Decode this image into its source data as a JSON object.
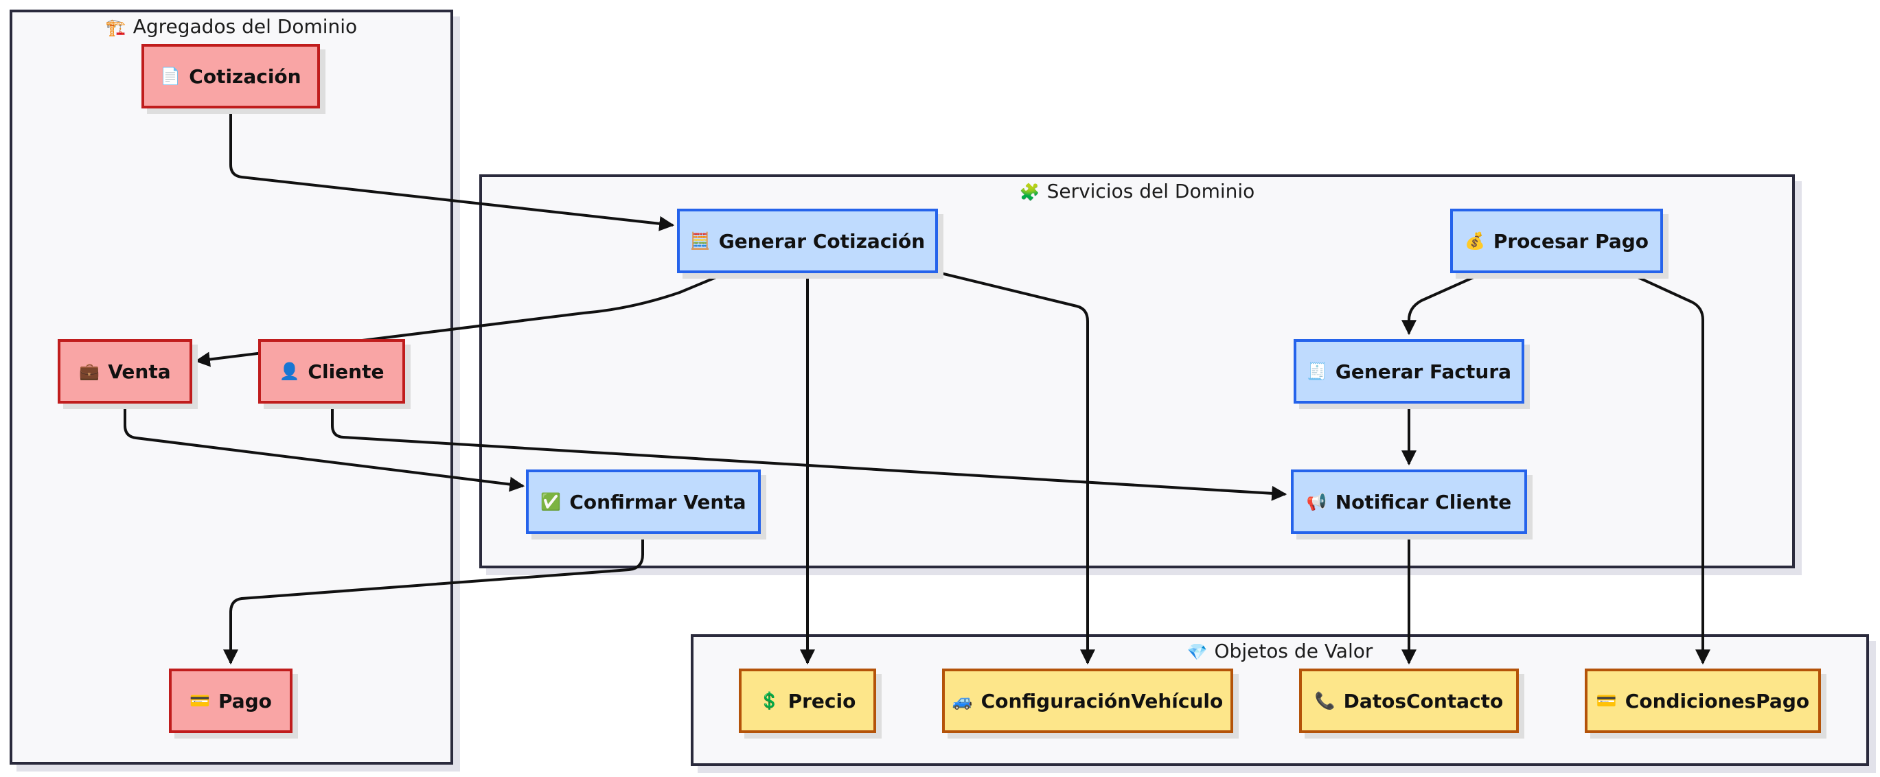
{
  "clusters": {
    "aggregates": {
      "title": "Agregados del Dominio",
      "icon": "🏗️"
    },
    "services": {
      "title": "Servicios del Dominio",
      "icon": "🧩"
    },
    "values": {
      "title": "Objetos de Valor",
      "icon": "💎"
    }
  },
  "nodes": {
    "cotizacion": {
      "label": "Cotización",
      "icon": "📄"
    },
    "venta": {
      "label": "Venta",
      "icon": "💼"
    },
    "cliente": {
      "label": "Cliente",
      "icon": "👤"
    },
    "pago": {
      "label": "Pago",
      "icon": "💳"
    },
    "generar_cotizacion": {
      "label": "Generar Cotización",
      "icon": "🧮"
    },
    "procesar_pago": {
      "label": "Procesar Pago",
      "icon": "💰"
    },
    "generar_factura": {
      "label": "Generar Factura",
      "icon": "🧾"
    },
    "confirmar_venta": {
      "label": "Confirmar Venta",
      "icon": "✅"
    },
    "notificar_cliente": {
      "label": "Notificar Cliente",
      "icon": "📢"
    },
    "precio": {
      "label": "Precio",
      "icon": "💲"
    },
    "configuracion": {
      "label": "ConfiguraciónVehículo",
      "icon": "🚙"
    },
    "datos_contacto": {
      "label": "DatosContacto",
      "icon": "📞"
    },
    "condiciones_pago": {
      "label": "CondicionesPago",
      "icon": "💳"
    }
  },
  "edges": [
    {
      "from": "cotizacion",
      "to": "generar_cotizacion"
    },
    {
      "from": "generar_cotizacion",
      "to": "venta"
    },
    {
      "from": "generar_cotizacion",
      "to": "precio"
    },
    {
      "from": "generar_cotizacion",
      "to": "configuracion"
    },
    {
      "from": "procesar_pago",
      "to": "generar_factura"
    },
    {
      "from": "procesar_pago",
      "to": "condiciones_pago"
    },
    {
      "from": "generar_factura",
      "to": "notificar_cliente"
    },
    {
      "from": "venta",
      "to": "confirmar_venta"
    },
    {
      "from": "cliente",
      "to": "notificar_cliente"
    },
    {
      "from": "confirmar_venta",
      "to": "pago"
    },
    {
      "from": "notificar_cliente",
      "to": "datos_contacto"
    }
  ]
}
